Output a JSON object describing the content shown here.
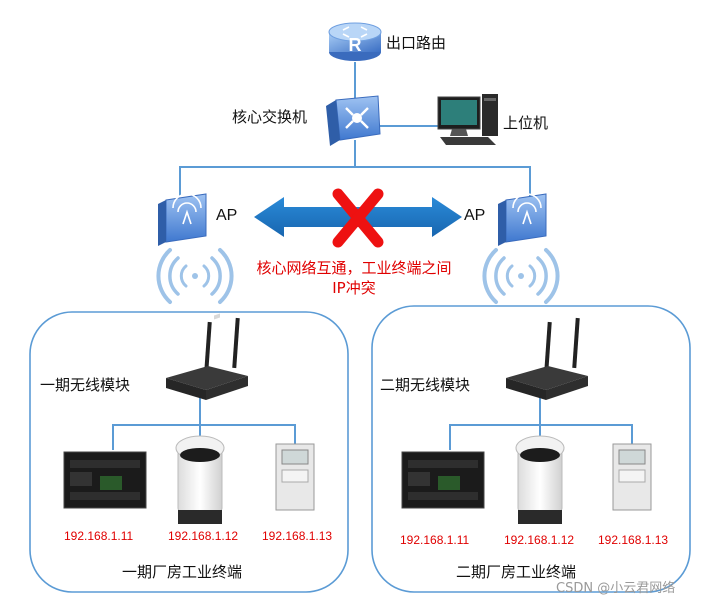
{
  "devices": {
    "router_label": "出口路由",
    "core_switch_label": "核心交换机",
    "host_pc_label": "上位机",
    "ap_left_label": "AP",
    "ap_right_label": "AP"
  },
  "conflict_note": "核心网络互通，工业终端之间IP冲突",
  "zone1": {
    "module_label": "一期无线模块",
    "ips": [
      "192.168.1.11",
      "192.168.1.12",
      "192.168.1.13"
    ],
    "caption": "一期厂房工业终端"
  },
  "zone2": {
    "module_label": "二期无线模块",
    "ips": [
      "192.168.1.11",
      "192.168.1.12",
      "192.168.1.13"
    ],
    "caption": "二期厂房工业终端"
  },
  "watermark": "CSDN @小云君网络",
  "colors": {
    "link_line": "#5b9bd5",
    "arrow": "#1f7ac8",
    "cross": "#ee1111",
    "warning_text": "#e00000",
    "device_blue": "#4f86d9"
  }
}
